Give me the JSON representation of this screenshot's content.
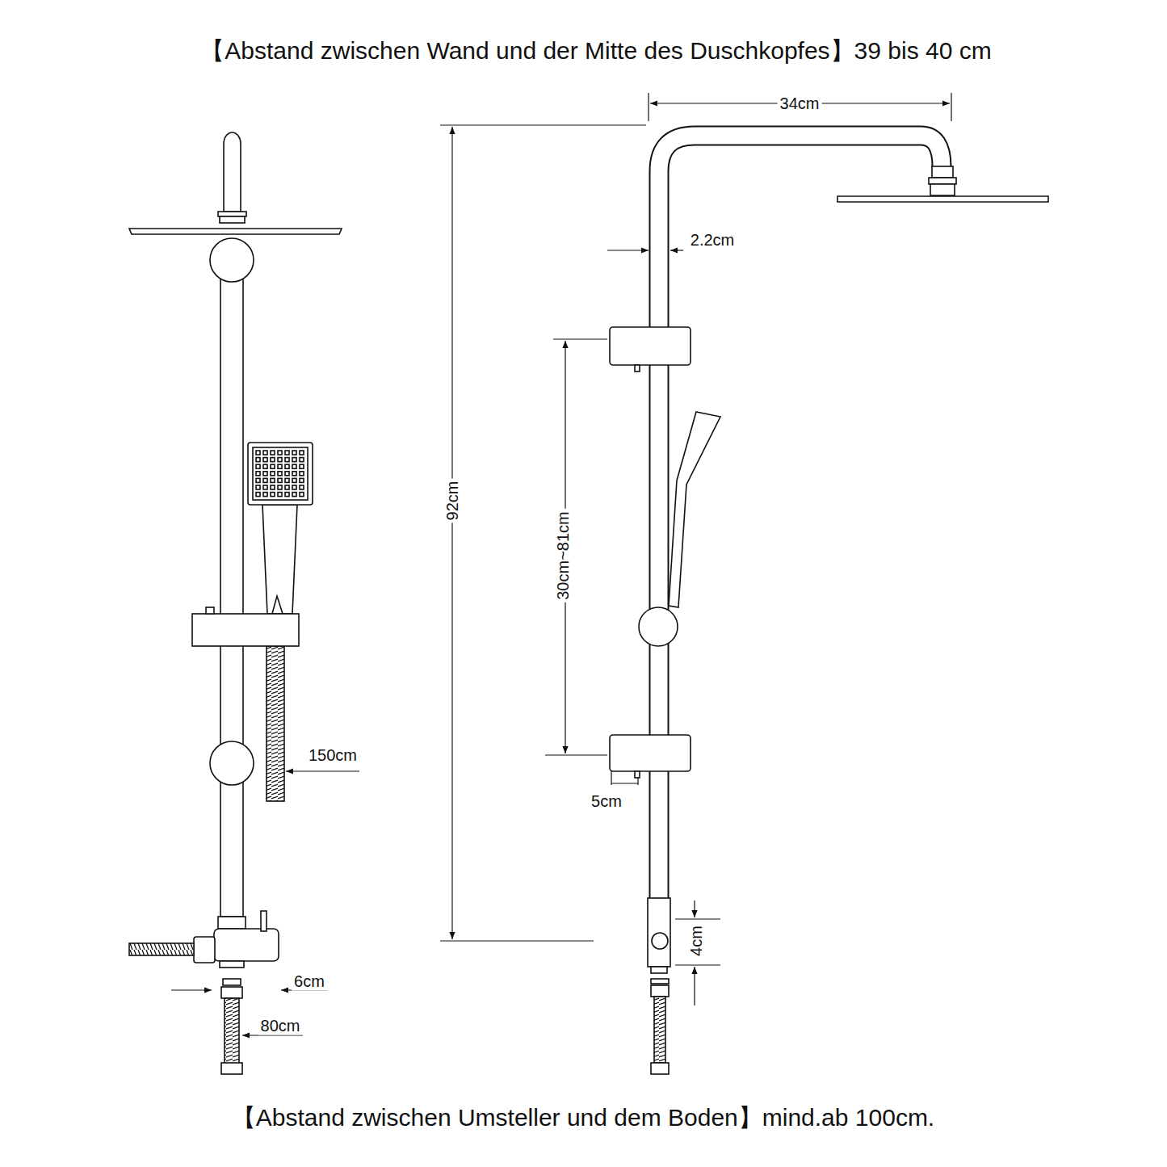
{
  "diagram": {
    "title": "【Abstand zwischen Wand und der Mitte des Duschkopfes】39 bis 40 cm",
    "caption": "【Abstand zwischen Umsteller und dem Boden】mind.ab 100cm.",
    "labels": [
      "34cm",
      "2.2cm",
      "92cm",
      "30cm~81cm",
      "150cm",
      "5cm",
      "4cm",
      "6cm",
      "80cm"
    ]
  }
}
